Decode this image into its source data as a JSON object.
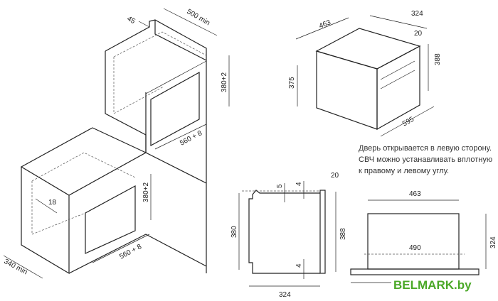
{
  "installation": {
    "d45": "45",
    "d500min": "500 min",
    "d380_top": "380+2",
    "d560_top": "560 + 8",
    "d18": "18",
    "d380_bottom": "380+2",
    "d560_bottom": "560 + 8",
    "d340min": "340 min"
  },
  "iso_view": {
    "w463": "463",
    "d324": "324",
    "d20": "20",
    "h388": "388",
    "h375": "375",
    "w595": "595"
  },
  "side_view": {
    "d20": "20",
    "d5": "5",
    "d4_top": "4",
    "d4_bottom": "4",
    "h380": "380",
    "h388": "388",
    "d324": "324"
  },
  "top_view": {
    "w463": "463",
    "w490": "490",
    "d324": "324"
  },
  "note": {
    "lines": [
      "Дверь открывается в левую сторону.",
      "СВЧ можно устанавливать вплотную",
      "к правому и левому углу."
    ]
  },
  "watermark": "BELMARK.by"
}
